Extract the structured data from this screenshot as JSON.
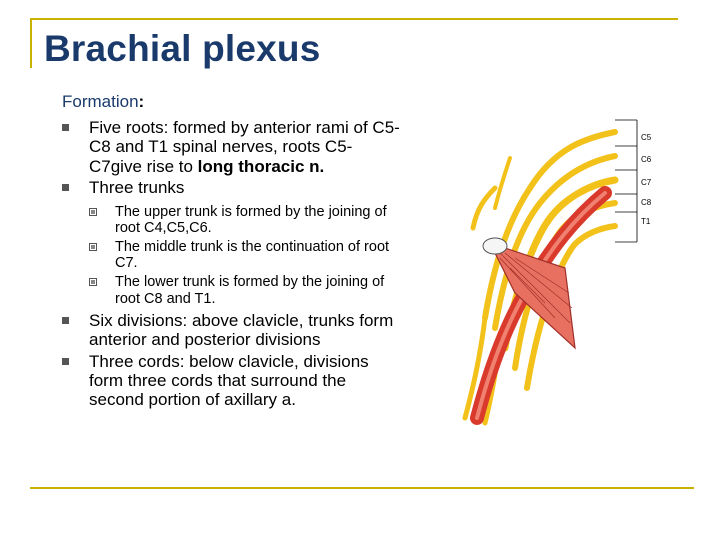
{
  "slide": {
    "title": "Brachial plexus",
    "subtitle": "Formation",
    "subtitle_colon": ":"
  },
  "bullets": {
    "roots": {
      "text_before": "Five roots: formed by anterior rami of C5-C8 and T1 spinal nerves, roots C5-C7give rise to ",
      "text_bold": "long thoracic n."
    },
    "trunks": "Three trunks",
    "trunk_items": [
      "The upper trunk is formed by the joining of root C4,C5,C6.",
      "The middle trunk is the continuation of root C7.",
      "The lower trunk is formed by the joining of root C8 and T1."
    ],
    "divisions": "Six divisions: above clavicle, trunks form anterior and posterior divisions",
    "cords": "Three cords: below clavicle, divisions form three cords that surround the second portion of axillary a."
  },
  "figure": {
    "root_labels": [
      "C5",
      "C6",
      "C7",
      "C8",
      "T1"
    ],
    "colors": {
      "nerve": "#f2c21b",
      "artery": "#d93a2b",
      "muscle": "#e87060",
      "frame_line": "#c9b300",
      "title": "#1a3a6b"
    }
  }
}
